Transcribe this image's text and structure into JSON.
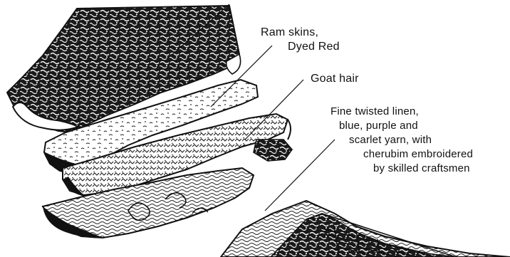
{
  "labels": {
    "ram_skins": {
      "line1": "Ram skins,",
      "line2": "Dyed Red"
    },
    "goat_hair": {
      "line1": "Goat hair"
    },
    "linen": {
      "line1": "Fine twisted linen,",
      "line2": "blue, purple and",
      "line3": "scarlet yarn, with",
      "line4": "cherubim embroidered",
      "line5": "by skilled craftsmen"
    }
  },
  "colors": {
    "ink": "#111111",
    "paper": "#ffffff"
  }
}
